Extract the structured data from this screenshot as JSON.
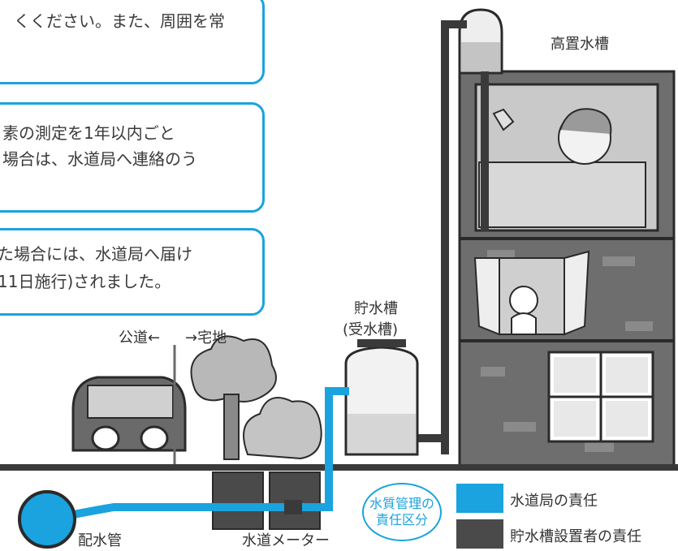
{
  "callouts": [
    {
      "lines": [
        "くください。また、周囲を常"
      ]
    },
    {
      "lines": [
        "素の測定を1年以内ごと",
        "場合は、水道局へ連絡のう"
      ]
    },
    {
      "lines": [
        "た場合には、水道局へ届け",
        "11日施行)されました。"
      ]
    }
  ],
  "labels": {
    "elevated_tank": "高置水槽",
    "storage_tank_line1": "貯水槽",
    "storage_tank_line2": "(受水槽)",
    "public_road": "公道←",
    "residential": "→宅地",
    "distribution_pipe": "配水管",
    "water_meter": "水道メーター"
  },
  "badge": {
    "line1": "水質管理の",
    "line2": "責任区分"
  },
  "legend": [
    {
      "label": "水道局の責任",
      "color": "#1aa3de"
    },
    {
      "label": "貯水槽設置者の責任",
      "color": "#4a4a4a"
    }
  ],
  "colors": {
    "water": "#1aa3de",
    "building": "#6b6b6b",
    "dark": "#3a3a3a"
  }
}
